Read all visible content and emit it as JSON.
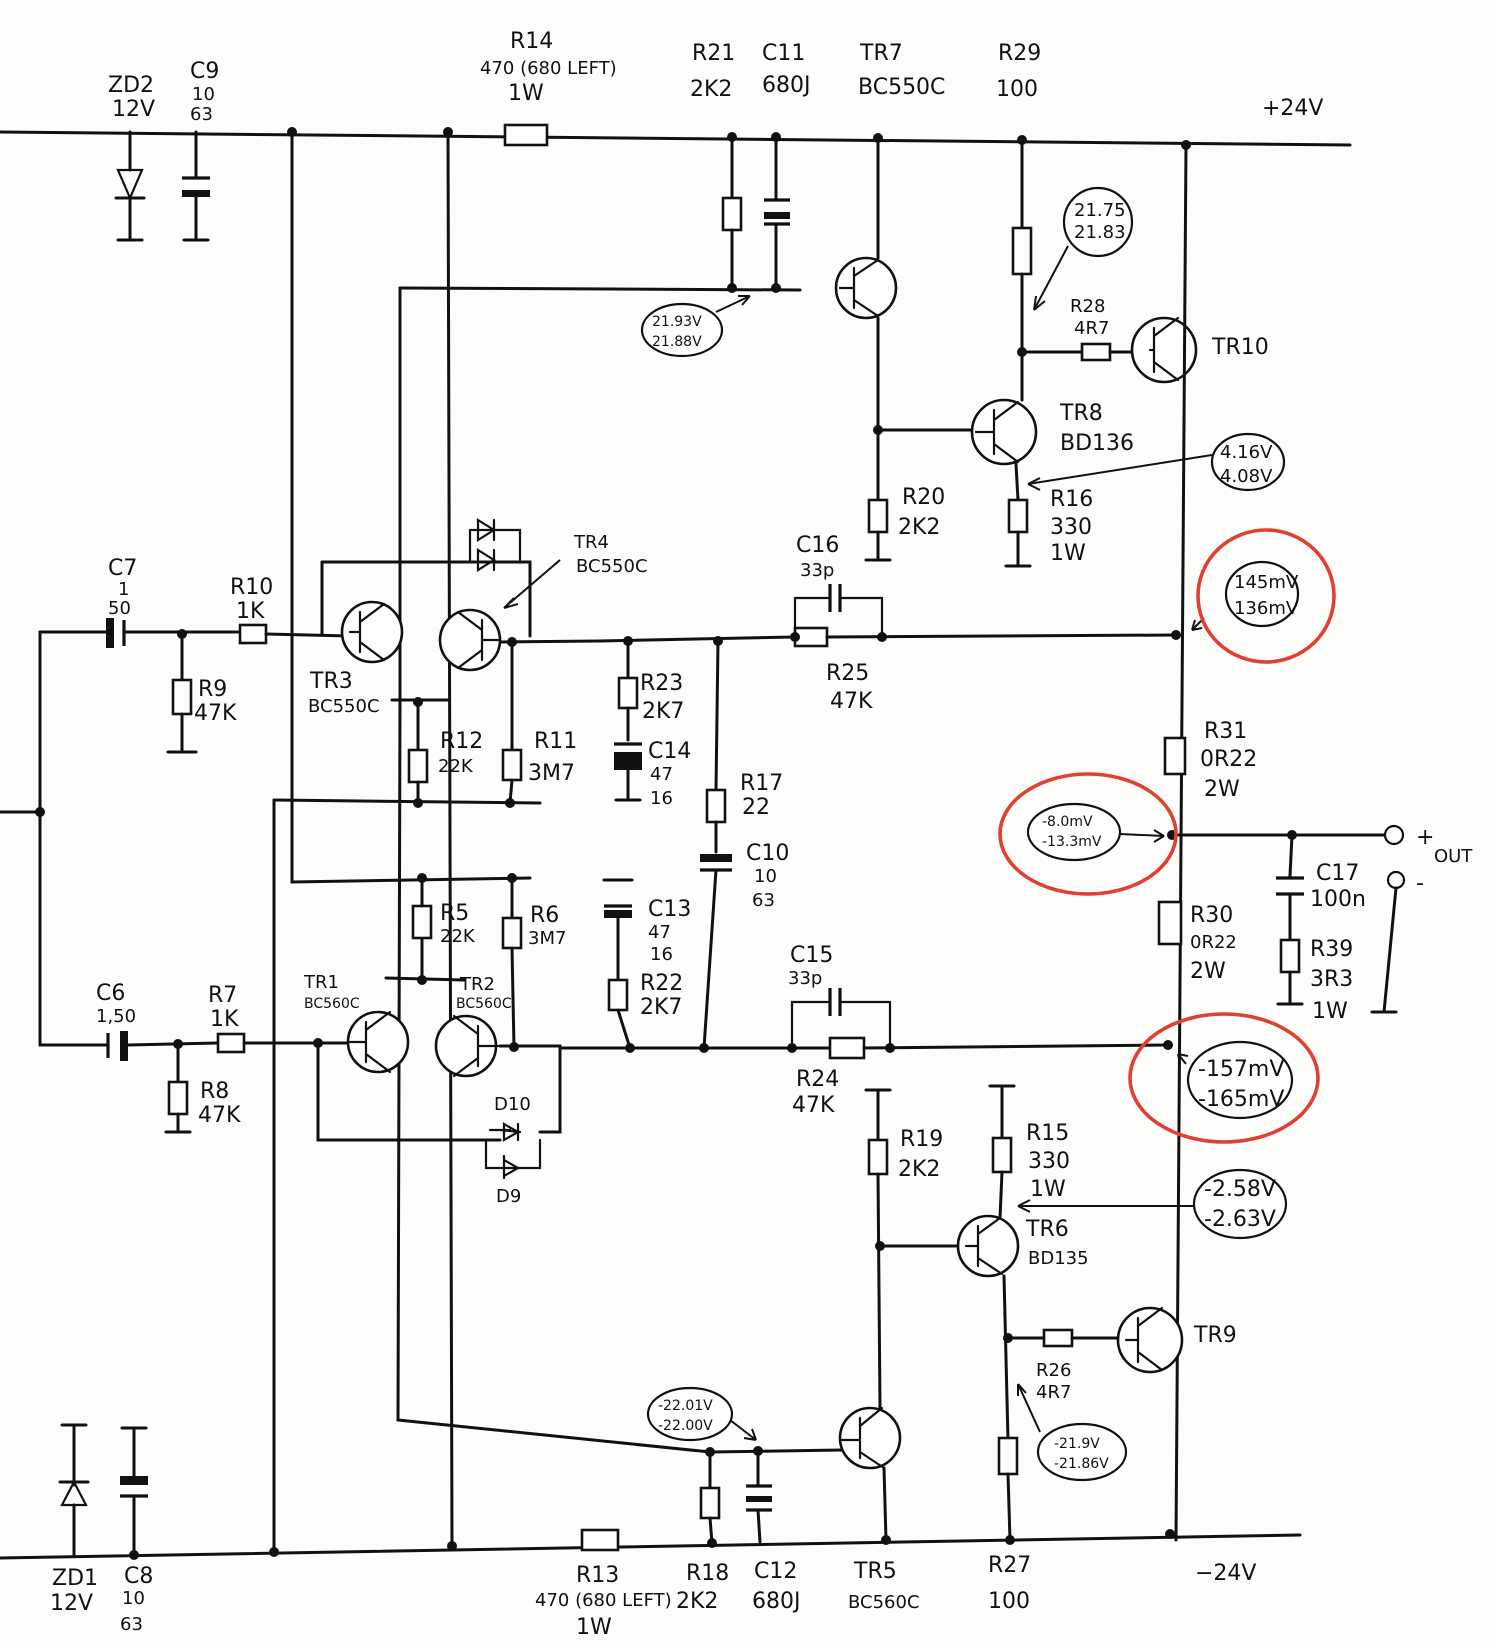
{
  "rails": {
    "pos": "+24V",
    "neg": "−24V",
    "out_plus": "+",
    "out_minus": "-",
    "out": "OUT"
  },
  "parts": {
    "zd2": [
      "ZD2",
      "12V"
    ],
    "c9": [
      "C9",
      "10",
      "63"
    ],
    "r14": [
      "R14",
      "470 (680 LEFT)",
      "1W"
    ],
    "r21": [
      "R21",
      "2K2"
    ],
    "c11": [
      "C11",
      "680J"
    ],
    "tr7": [
      "TR7",
      "BC550C"
    ],
    "r29": [
      "R29",
      "100"
    ],
    "r28": [
      "R28",
      "4R7"
    ],
    "tr10": [
      "TR10"
    ],
    "tr8": [
      "TR8",
      "BD136"
    ],
    "r20": [
      "R20",
      "2K2"
    ],
    "r16": [
      "R16",
      "330",
      "1W"
    ],
    "tr4": [
      "TR4",
      "BC550C"
    ],
    "c16": [
      "C16",
      "33p"
    ],
    "r25": [
      "R25",
      "47K"
    ],
    "c7": [
      "C7",
      "1",
      "50"
    ],
    "r10": [
      "R10",
      "1K"
    ],
    "r9": [
      "R9",
      "47K"
    ],
    "tr3": [
      "TR3",
      "BC550C"
    ],
    "r12": [
      "R12",
      "22K"
    ],
    "r11": [
      "R11",
      "3M7"
    ],
    "r23": [
      "R23",
      "2K7"
    ],
    "c14": [
      "C14",
      "47",
      "16"
    ],
    "r17": [
      "R17",
      "22"
    ],
    "c10": [
      "C10",
      "10",
      "63"
    ],
    "r31": [
      "R31",
      "0R22",
      "2W"
    ],
    "r30": [
      "R30",
      "0R22",
      "2W"
    ],
    "c17": [
      "C17",
      "100n"
    ],
    "r39": [
      "R39",
      "3R3",
      "1W"
    ],
    "r5": [
      "R5",
      "22K"
    ],
    "r6": [
      "R6",
      "3M7"
    ],
    "c13": [
      "C13",
      "47",
      "16"
    ],
    "r22": [
      "R22",
      "2K7"
    ],
    "tr1": [
      "TR1",
      "BC560C"
    ],
    "tr2": [
      "TR2",
      "BC560C"
    ],
    "c6": [
      "C6",
      "1,50"
    ],
    "r7": [
      "R7",
      "1K"
    ],
    "r8": [
      "R8",
      "47K"
    ],
    "c15": [
      "C15",
      "33p"
    ],
    "r24": [
      "R24",
      "47K"
    ],
    "d10": [
      "D10"
    ],
    "d9": [
      "D9"
    ],
    "r19": [
      "R19",
      "2K2"
    ],
    "r15": [
      "R15",
      "330",
      "1W"
    ],
    "tr6": [
      "TR6",
      "BD135"
    ],
    "tr9": [
      "TR9"
    ],
    "r26": [
      "R26",
      "4R7"
    ],
    "zd1": [
      "ZD1",
      "12V"
    ],
    "c8": [
      "C8",
      "10",
      "63"
    ],
    "r13": [
      "R13",
      "470 (680 LEFT)",
      "1W"
    ],
    "r18": [
      "R18",
      "2K2"
    ],
    "c12": [
      "C12",
      "680J"
    ],
    "tr5": [
      "TR5",
      "BC560C"
    ],
    "r27": [
      "R27",
      "100"
    ]
  },
  "measurements": {
    "tr7_base": [
      "21.93V",
      "21.88V"
    ],
    "r29_node": [
      "21.75",
      "21.83"
    ],
    "tr8_emitter": [
      "4.16V",
      "4.08V"
    ],
    "upper_bias": [
      "145mV",
      "136mV"
    ],
    "output": [
      "-8.0mV",
      "-13.3mV"
    ],
    "lower_bias": [
      "-157mV",
      "-165mV"
    ],
    "tr6_emitter": [
      "-2.58V",
      "-2.63V"
    ],
    "tr5_base": [
      "-22.01V",
      "-22.00V"
    ],
    "r27_node": [
      "-21.9V",
      "-21.86V"
    ]
  },
  "highlight_color": "#e0402f"
}
